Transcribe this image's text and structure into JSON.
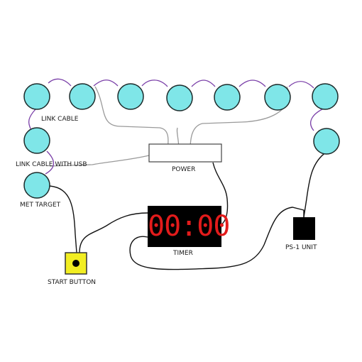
{
  "labels": {
    "link_cable": "LINK CABLE",
    "link_cable_usb": "LINK CABLE WITH USB",
    "met_target": "MET TARGET",
    "power": "POWER",
    "timer": "TIMER",
    "ps1_unit": "PS-1 UNIT",
    "start_button": "START BUTTON"
  },
  "timer_display": "00:00",
  "colors": {
    "target_fill": "#7fe6e8",
    "target_stroke": "#1c2b2b",
    "link_wire": "#7a3fa8",
    "power_wire": "#9a9a9a",
    "signal_wire": "#111111",
    "button_housing": "#f2ee22",
    "timer_digits": "#e21b1b"
  },
  "icons": {
    "target": "cyan-circle",
    "start_button": "yellow-square-with-black-dot",
    "ps1_unit": "black-square",
    "timer": "digital-display"
  }
}
